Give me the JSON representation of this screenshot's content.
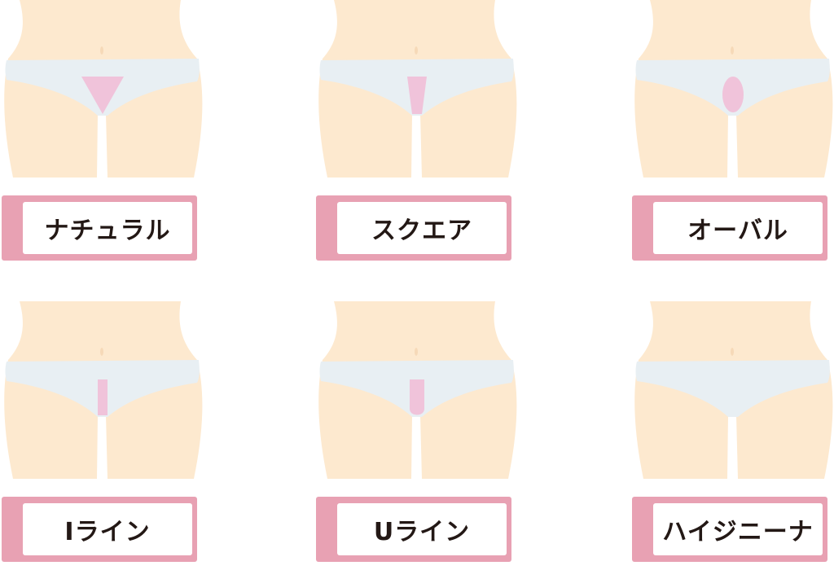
{
  "colors": {
    "skin": "#fde9cf",
    "underwear": "#e8eff3",
    "shape": "#f0c3da",
    "label_bg": "#e8a1b3",
    "label_text": "#231815"
  },
  "styles": [
    {
      "label": "ナチュラル",
      "shape": "triangle"
    },
    {
      "label": "スクエア",
      "shape": "trapezoid"
    },
    {
      "label": "オーバル",
      "shape": "oval"
    },
    {
      "label": "Iライン",
      "shape": "i-line"
    },
    {
      "label": "Uライン",
      "shape": "u-line"
    },
    {
      "label": "ハイジニーナ",
      "shape": "none"
    }
  ]
}
